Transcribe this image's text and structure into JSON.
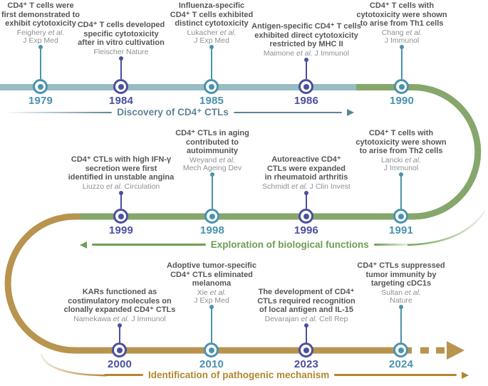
{
  "figure": {
    "description": "Timeline of CD4+ CTL research milestones"
  },
  "phases": [
    {
      "label": "Discovery of CD4⁺ CTLs"
    },
    {
      "label": "Exploration of biological functions"
    },
    {
      "label": "Identification of pathogenic mechanism"
    }
  ],
  "events": [
    {
      "year": "1979",
      "accent": "teal",
      "title": "CD4⁺ T cells were\nfirst demonstrated to\nexhibit cytotoxicity",
      "attr_pre": "Feighery ",
      "attr_etal": "et al.",
      "attr_post": "",
      "attr_line2": "J Exp Med"
    },
    {
      "year": "1984",
      "accent": "purple",
      "title": "CD4⁺ T cells developed\nspecific cytotoxicity\nafter in vitro cultivation",
      "attr_pre": "Fleischer Nature",
      "attr_etal": "",
      "attr_post": "",
      "attr_line2": ""
    },
    {
      "year": "1985",
      "accent": "teal",
      "title": "Influenza-specific\nCD4⁺ T cells exhibited\ndistinct cytotoxicity",
      "attr_pre": "Lukacher ",
      "attr_etal": "et al.",
      "attr_post": "",
      "attr_line2": "J Exp Med"
    },
    {
      "year": "1986",
      "accent": "purple",
      "title": "Antigen-specific CD4⁺ T cells\nexhibited direct cytotoxicity\nrestricted by MHC II",
      "attr_pre": "Maimone ",
      "attr_etal": "et al.",
      "attr_post": " J Immunol",
      "attr_line2": ""
    },
    {
      "year": "1990",
      "accent": "teal",
      "title": "CD4⁺ T cells with\ncytotoxicity were shown\nto arise from Th1 cells",
      "attr_pre": "Chang ",
      "attr_etal": "et al.",
      "attr_post": "",
      "attr_line2": "J Immunol"
    },
    {
      "year": "1999",
      "accent": "purple",
      "title": "CD4⁺ CTLs with high IFN-γ\nsecretion were first\nidentified in unstable angina",
      "attr_pre": "Liuzzo ",
      "attr_etal": "et al.",
      "attr_post": " Circulation",
      "attr_line2": ""
    },
    {
      "year": "1998",
      "accent": "teal",
      "title": "CD4⁺ CTLs in aging\ncontributed to\nautoimmunity",
      "attr_pre": "Weyand ",
      "attr_etal": "et al.",
      "attr_post": "",
      "attr_line2": "Mech Ageing Dev"
    },
    {
      "year": "1996",
      "accent": "purple",
      "title": "Autoreactive CD4⁺\nCTLs were expanded\nin rheumatoid arthritis",
      "attr_pre": "Schmidt ",
      "attr_etal": "et al.",
      "attr_post": " J Clin Invest",
      "attr_line2": ""
    },
    {
      "year": "1991",
      "accent": "teal",
      "title": "CD4⁺ T cells with\ncytotoxicity were shown\nto arise from Th2 cells",
      "attr_pre": "Lancki ",
      "attr_etal": "et al.",
      "attr_post": "",
      "attr_line2": "J Immunol"
    },
    {
      "year": "2000",
      "accent": "purple",
      "title": "KARs functioned as\ncostimulatory molecules on\nclonally expanded CD4⁺ CTLs",
      "attr_pre": "Namekawa ",
      "attr_etal": "et al.",
      "attr_post": " J Immunol",
      "attr_line2": ""
    },
    {
      "year": "2010",
      "accent": "teal",
      "title": "Adoptive tumor-specific\nCD4⁺ CTLs eliminated\nmelanoma",
      "attr_pre": "Xie ",
      "attr_etal": "et al.",
      "attr_post": "",
      "attr_line2": "J Exp Med"
    },
    {
      "year": "2023",
      "accent": "purple",
      "title": "The development of CD4⁺\nCTLs required recognition\nof local antigen and IL-15",
      "attr_pre": "Devarajan ",
      "attr_etal": "et al.",
      "attr_post": " Cell Rep",
      "attr_line2": ""
    },
    {
      "year": "2024",
      "accent": "teal",
      "title": "CD4⁺ CTLs suppressed\ntumor immunity by\ntargeting cDC1s",
      "attr_pre": "Sultan ",
      "attr_etal": "et al.",
      "attr_post": "",
      "attr_line2": "Nature"
    }
  ],
  "colors": {
    "teal_accent": "#4a92ae",
    "purple_accent": "#4b4f9d",
    "line_teal": "#97bcc4",
    "line_green": "#85a76b",
    "line_tan": "#b8944f",
    "phase_teal": "#5d8495",
    "phase_green": "#6f9e52",
    "phase_tan": "#b1872f",
    "title_text": "#555658",
    "attribution_text": "#8e9093"
  }
}
